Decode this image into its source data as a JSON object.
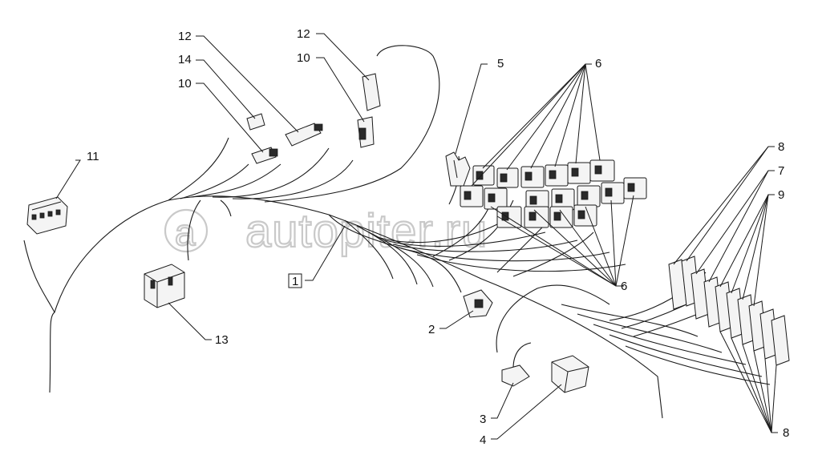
{
  "watermark": "autopiter.ru",
  "callouts": {
    "c1": "1",
    "c2": "2",
    "c3": "3",
    "c4": "4",
    "c5": "5",
    "c6_top": "6",
    "c6_bottom": "6",
    "c7": "7",
    "c8_top": "8",
    "c8_bottom": "8",
    "c9": "9",
    "c10_left": "10",
    "c10_right": "10",
    "c11": "11",
    "c12_left": "12",
    "c12_right": "12",
    "c13": "13",
    "c14": "14"
  }
}
